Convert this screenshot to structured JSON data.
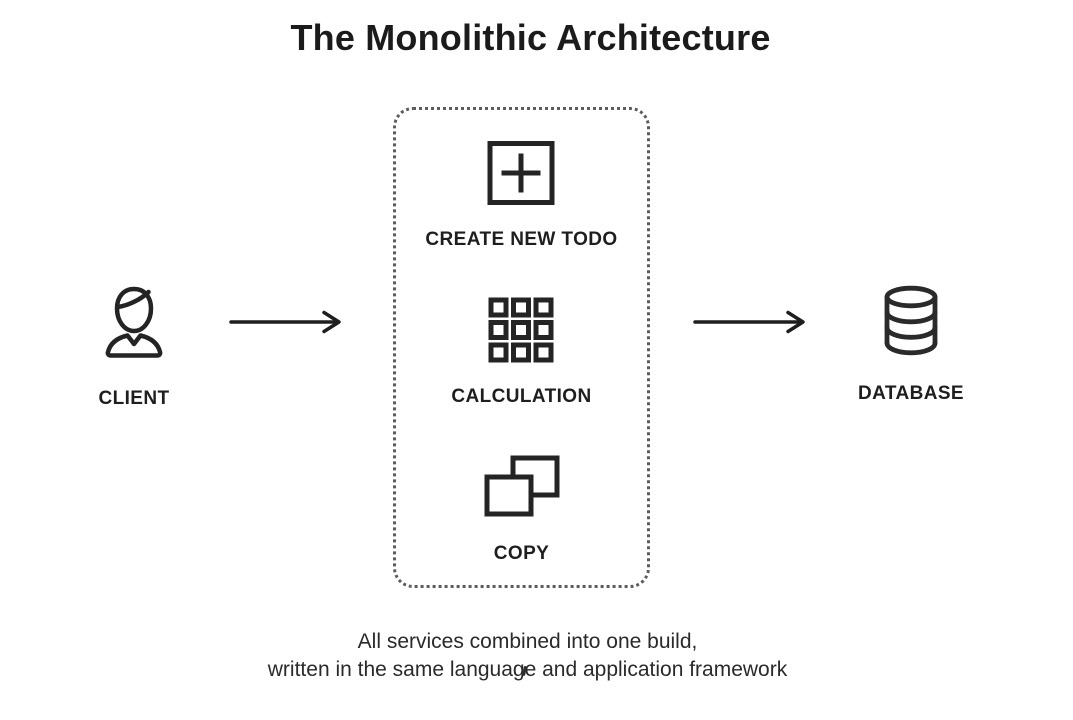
{
  "title": "The Monolithic Architecture",
  "client": {
    "label": "CLIENT",
    "icon": "person-icon"
  },
  "monolith": {
    "services": [
      {
        "label": "CREATE NEW TODO",
        "icon": "plus-square-icon"
      },
      {
        "label": "CALCULATION",
        "icon": "grid-icon"
      },
      {
        "label": "COPY",
        "icon": "copy-icon"
      }
    ]
  },
  "database": {
    "label": "DATABASE",
    "icon": "database-icon"
  },
  "flow": {
    "left_arrow": "arrow-right-icon",
    "right_arrow": "arrow-right-icon"
  },
  "caption": {
    "line1": "All services combined into one build,",
    "line2": "written in the same language and application framework"
  },
  "colors": {
    "background": "#ffffff",
    "ink": "#1e1e1e",
    "icon_stroke": "#242424",
    "dotted_border": "#5c5c5c"
  }
}
